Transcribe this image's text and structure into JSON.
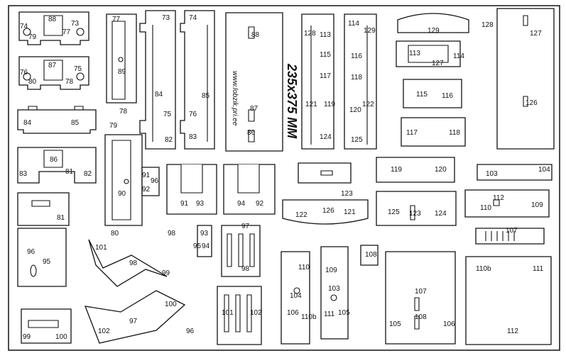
{
  "sheet": {
    "size_label": "235x375 MM",
    "url": "www.lobzik.pri.ee",
    "colors": {
      "ink": "#111111",
      "paper": "#ffffff"
    }
  },
  "labels": [
    {
      "key": "l74a",
      "text": "74"
    },
    {
      "key": "l79",
      "text": "79"
    },
    {
      "key": "l88a",
      "text": "88"
    },
    {
      "key": "l77",
      "text": "77"
    },
    {
      "key": "l73a",
      "text": "73"
    },
    {
      "key": "l76a",
      "text": "76"
    },
    {
      "key": "l80",
      "text": "80"
    },
    {
      "key": "l87a",
      "text": "87"
    },
    {
      "key": "l78a",
      "text": "78"
    },
    {
      "key": "l75a",
      "text": "75"
    },
    {
      "key": "l84a",
      "text": "84"
    },
    {
      "key": "l85a",
      "text": "85"
    },
    {
      "key": "l86a",
      "text": "86"
    },
    {
      "key": "l83a",
      "text": "83"
    },
    {
      "key": "l81a",
      "text": "81"
    },
    {
      "key": "l82a",
      "text": "82"
    },
    {
      "key": "l81b",
      "text": "81"
    },
    {
      "key": "l77b",
      "text": "77"
    },
    {
      "key": "l89",
      "text": "89"
    },
    {
      "key": "l78b",
      "text": "78"
    },
    {
      "key": "l79b",
      "text": "79"
    },
    {
      "key": "l90",
      "text": "90"
    },
    {
      "key": "l80b",
      "text": "80"
    },
    {
      "key": "l73b",
      "text": "73"
    },
    {
      "key": "l84b",
      "text": "84"
    },
    {
      "key": "l75b",
      "text": "75"
    },
    {
      "key": "l82b",
      "text": "82"
    },
    {
      "key": "l74b",
      "text": "74"
    },
    {
      "key": "l85b",
      "text": "85"
    },
    {
      "key": "l76b",
      "text": "76"
    },
    {
      "key": "l83b",
      "text": "83"
    },
    {
      "key": "l88b",
      "text": "88"
    },
    {
      "key": "l87b",
      "text": "87"
    },
    {
      "key": "l86b",
      "text": "86"
    },
    {
      "key": "l128a",
      "text": "128"
    },
    {
      "key": "l113a",
      "text": "113"
    },
    {
      "key": "l115a",
      "text": "115"
    },
    {
      "key": "l117a",
      "text": "117"
    },
    {
      "key": "l119a",
      "text": "119"
    },
    {
      "key": "l121a",
      "text": "121"
    },
    {
      "key": "l124a",
      "text": "124"
    },
    {
      "key": "l114a",
      "text": "114"
    },
    {
      "key": "l116a",
      "text": "116"
    },
    {
      "key": "l118a",
      "text": "118"
    },
    {
      "key": "l120a",
      "text": "120"
    },
    {
      "key": "l122a",
      "text": "122"
    },
    {
      "key": "l125a",
      "text": "125"
    },
    {
      "key": "l129a",
      "text": "129"
    },
    {
      "key": "l129b",
      "text": "129"
    },
    {
      "key": "l128b",
      "text": "128"
    },
    {
      "key": "l113b",
      "text": "113"
    },
    {
      "key": "l127a",
      "text": "127"
    },
    {
      "key": "l114b",
      "text": "114"
    },
    {
      "key": "l115b",
      "text": "115"
    },
    {
      "key": "l116b",
      "text": "116"
    },
    {
      "key": "l117b",
      "text": "117"
    },
    {
      "key": "l118b",
      "text": "118"
    },
    {
      "key": "l127b",
      "text": "127"
    },
    {
      "key": "l126a",
      "text": "126"
    },
    {
      "key": "l91a",
      "text": "91"
    },
    {
      "key": "l92a",
      "text": "92"
    },
    {
      "key": "l96a",
      "text": "96"
    },
    {
      "key": "l91b",
      "text": "91"
    },
    {
      "key": "l93a",
      "text": "93"
    },
    {
      "key": "l94a",
      "text": "94"
    },
    {
      "key": "l92b",
      "text": "92"
    },
    {
      "key": "l123a",
      "text": "123"
    },
    {
      "key": "l122b",
      "text": "122"
    },
    {
      "key": "l126b",
      "text": "126"
    },
    {
      "key": "l121b",
      "text": "121"
    },
    {
      "key": "l119b",
      "text": "119"
    },
    {
      "key": "l120b",
      "text": "120"
    },
    {
      "key": "l125b",
      "text": "125"
    },
    {
      "key": "l123b",
      "text": "123"
    },
    {
      "key": "l124b",
      "text": "124"
    },
    {
      "key": "l103a",
      "text": "103"
    },
    {
      "key": "l104a",
      "text": "104"
    },
    {
      "key": "l110a",
      "text": "110"
    },
    {
      "key": "l112a",
      "text": "112"
    },
    {
      "key": "l109a",
      "text": "109"
    },
    {
      "key": "l107a",
      "text": "107"
    },
    {
      "key": "l96b",
      "text": "96"
    },
    {
      "key": "l95a",
      "text": "95"
    },
    {
      "key": "l98a",
      "text": "98"
    },
    {
      "key": "l93b",
      "text": "93"
    },
    {
      "key": "l95b",
      "text": "95"
    },
    {
      "key": "l94b",
      "text": "94"
    },
    {
      "key": "l97a",
      "text": "97"
    },
    {
      "key": "l98b",
      "text": "98"
    },
    {
      "key": "l101a",
      "text": "101"
    },
    {
      "key": "l98c",
      "text": "98"
    },
    {
      "key": "l99a",
      "text": "99"
    },
    {
      "key": "l100a",
      "text": "100"
    },
    {
      "key": "l97b",
      "text": "97"
    },
    {
      "key": "l102a",
      "text": "102"
    },
    {
      "key": "l96c",
      "text": "96"
    },
    {
      "key": "l99b",
      "text": "99"
    },
    {
      "key": "l100b",
      "text": "100"
    },
    {
      "key": "l101b",
      "text": "101"
    },
    {
      "key": "l102b",
      "text": "102"
    },
    {
      "key": "l110b",
      "text": "110"
    },
    {
      "key": "l104b",
      "text": "104"
    },
    {
      "key": "l106a",
      "text": "106"
    },
    {
      "key": "l110c",
      "text": "110b"
    },
    {
      "key": "l109b",
      "text": "109"
    },
    {
      "key": "l103b",
      "text": "103"
    },
    {
      "key": "l105a",
      "text": "105"
    },
    {
      "key": "l111a",
      "text": "111"
    },
    {
      "key": "l108a",
      "text": "108"
    },
    {
      "key": "l107b",
      "text": "107"
    },
    {
      "key": "l108b",
      "text": "108"
    },
    {
      "key": "l105b",
      "text": "105"
    },
    {
      "key": "l106b",
      "text": "106"
    },
    {
      "key": "l110d",
      "text": "110b"
    },
    {
      "key": "l111b",
      "text": "111"
    },
    {
      "key": "l112b",
      "text": "112"
    }
  ]
}
